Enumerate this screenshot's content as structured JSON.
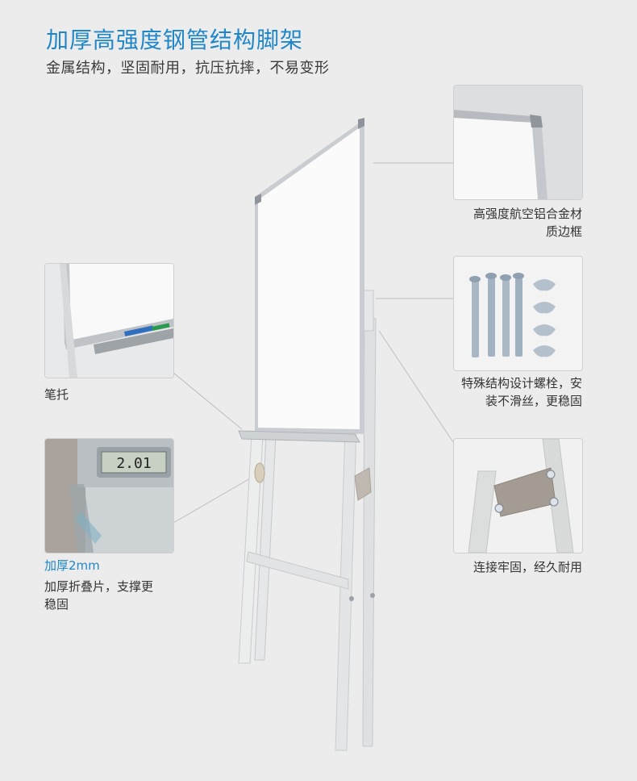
{
  "header": {
    "title": "加厚高强度钢管结构脚架",
    "subtitle": "金属结构，坚固耐用，抗压抗摔，不易变形"
  },
  "features": {
    "frame": {
      "caption_line1": "高强度航空铝合金材",
      "caption_line2": "质边框"
    },
    "bolts": {
      "caption_line1": "特殊结构设计螺栓，安",
      "caption_line2": "装不滑丝，更稳固"
    },
    "joint": {
      "caption": "连接牢固，经久耐用"
    },
    "pen_tray": {
      "caption": "笔托"
    },
    "thickness": {
      "highlight": "加厚2mm",
      "caption_line1": "加厚折叠片，支撑更",
      "caption_line2": "稳固",
      "caliper_reading": "2.01"
    }
  },
  "colors": {
    "accent": "#1f87c8",
    "background": "#ececec",
    "frame_metal": "#b8bcc0",
    "stand_white": "#e9eaea"
  }
}
